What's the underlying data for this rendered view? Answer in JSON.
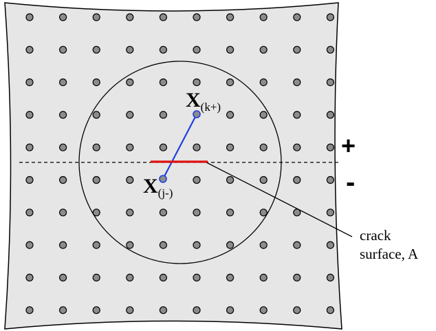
{
  "diagram": {
    "grid": {
      "rows": 10,
      "cols": 10
    },
    "colors": {
      "panel_fill": "#e6e6e6",
      "panel_stroke": "#000000",
      "node_fill": "#8c8c8c",
      "node_stroke": "#000000",
      "bond_color": "#1f3fe0",
      "crack_color": "#e01010",
      "crack_plane_color": "#000000"
    },
    "labels": {
      "x_symbol": "X",
      "upper_node_subscript": "(k+)",
      "lower_node_subscript": "(j-)",
      "plus_sign": "+",
      "minus_sign": "-",
      "callout_line1": "crack",
      "callout_line2": "surface, A"
    }
  }
}
